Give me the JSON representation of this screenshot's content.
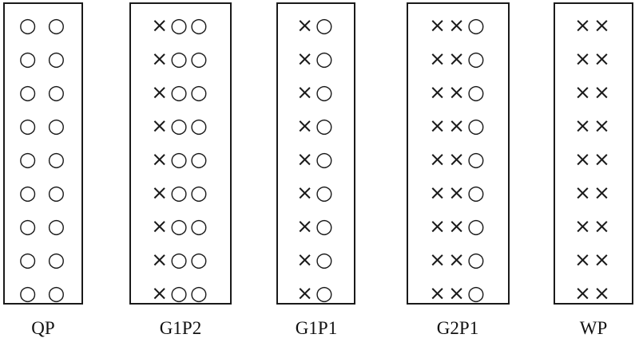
{
  "panels": [
    {
      "label": "QP",
      "row": "○ ○",
      "rows": 9
    },
    {
      "label": "G1P2",
      "row": "×○○",
      "rows": 9
    },
    {
      "label": "G1P1",
      "row": "×○",
      "rows": 9
    },
    {
      "label": "G2P1",
      "row": "××○",
      "rows": 9
    },
    {
      "label": "WP",
      "row": "××",
      "rows": 9
    }
  ]
}
